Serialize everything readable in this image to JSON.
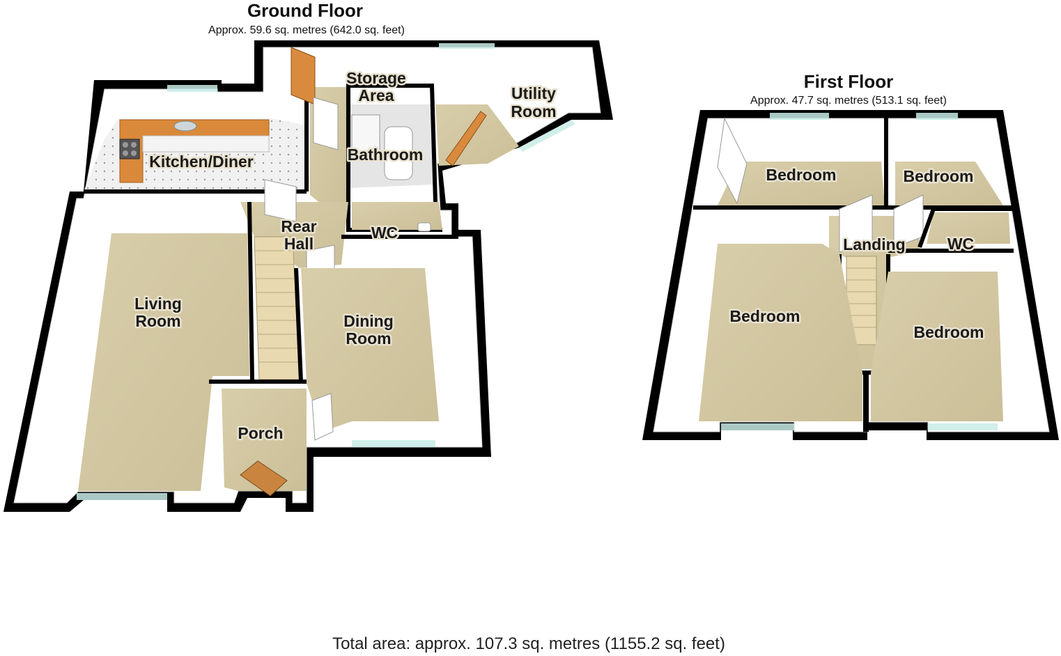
{
  "ground_floor": {
    "title": "Ground Floor",
    "area": "Approx. 59.6 sq. metres (642.0 sq. feet)",
    "rooms": {
      "kitchen": "Kitchen/Diner",
      "storage_1": "Storage",
      "storage_2": "Area",
      "utility_1": "Utility",
      "utility_2": "Room",
      "bathroom": "Bathroom",
      "rear_hall_1": "Rear",
      "rear_hall_2": "Hall",
      "wc": "WC",
      "living_1": "Living",
      "living_2": "Room",
      "dining_1": "Dining",
      "dining_2": "Room",
      "porch": "Porch"
    }
  },
  "first_floor": {
    "title": "First Floor",
    "area": "Approx. 47.7 sq. metres (513.1 sq. feet)",
    "rooms": {
      "bedroom_back_left": "Bedroom",
      "bedroom_back_right": "Bedroom",
      "landing": "Landing",
      "wc": "WC",
      "bedroom_front_left": "Bedroom",
      "bedroom_front_right": "Bedroom"
    }
  },
  "total": "Total area: approx. 107.3 sq. metres (1155.2 sq. feet)"
}
